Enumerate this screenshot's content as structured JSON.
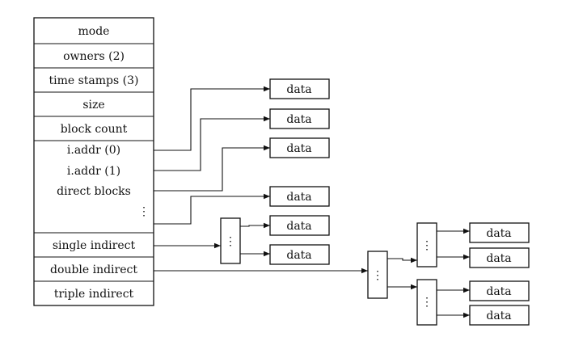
{
  "inode_fields": {
    "mode": "mode",
    "owners": "owners (2)",
    "time_stamps": "time stamps (3)",
    "size": "size",
    "block_count": "block count",
    "iaddr0": "i.addr (0)",
    "iaddr1": "i.addr (1)",
    "direct_blocks": "direct blocks",
    "single_indirect": "single indirect",
    "double_indirect": "double indirect",
    "triple_indirect": "triple indirect"
  },
  "data_label": "data",
  "ellipsis": "⋮"
}
